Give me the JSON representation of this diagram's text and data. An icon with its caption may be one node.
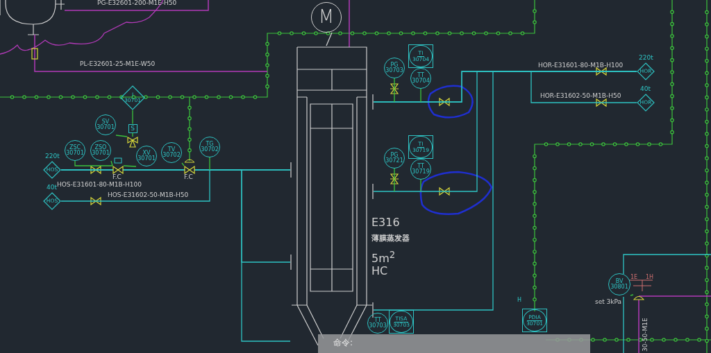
{
  "diagram": {
    "nodes": [
      {
        "text": [
          "M"
        ]
      },
      {
        "text": [],
        "shape": "cylinder",
        "beside": [
          "E316",
          "薄膜蒸发器",
          "5m$^{2}$",
          "HC"
        ]
      },
      {
        "text": [
          "I",
          "30701"
        ]
      },
      {
        "text": [
          "SV",
          "30701"
        ]
      },
      {
        "text": [
          "ZSC",
          "30701"
        ]
      },
      {
        "text": [
          "ZSO",
          "30701"
        ]
      },
      {
        "text": [
          "XV",
          "30701"
        ]
      },
      {
        "text": [
          "TV",
          "30702"
        ]
      },
      {
        "text": [
          "TG",
          "30702"
        ]
      },
      {
        "text": [
          "HOS"
        ],
        "beside": [
          "220t"
        ]
      },
      {
        "text": [
          "HOS"
        ],
        "beside": [
          "40t"
        ]
      },
      {
        "text": [
          "PG",
          "30703"
        ]
      },
      {
        "text": [
          "TI",
          "30704"
        ]
      },
      {
        "text": [
          "TT",
          "30704"
        ]
      },
      {
        "text": [
          "PG",
          "30721"
        ]
      },
      {
        "text": [
          "TI",
          "30719"
        ]
      },
      {
        "text": [
          "TT",
          "30719"
        ]
      },
      {
        "text": [
          "HOR"
        ],
        "beside": [
          "220t"
        ]
      },
      {
        "text": [
          "HOR"
        ],
        "beside": [
          "40t"
        ]
      },
      {
        "text": [
          "TT",
          "30703"
        ]
      },
      {
        "text": [
          "TISA",
          "30703"
        ]
      },
      {
        "text": [
          "PDIA",
          "30701"
        ],
        "beside": [
          "H"
        ]
      },
      {
        "text": [
          "BV",
          "30801"
        ],
        "beside": [
          "set 3kPa"
        ]
      },
      {
        "text": [
          "S"
        ]
      },
      {
        "text": [],
        "shape": "valve"
      },
      {
        "text": [],
        "shape": "valve"
      },
      {
        "text": [],
        "shape": "valve"
      },
      {
        "text": [],
        "shape": "valve"
      }
    ],
    "edges": [
      {
        "from": 0,
        "to": 1,
        "arrow": "none",
        "color": "#d0d0d0"
      },
      {
        "from": 9,
        "to": 1,
        "arrow": "none",
        "color": "#2ec4c4"
      },
      {
        "from": 10,
        "to": 1,
        "arrow": "none",
        "color": "#2ec4c4"
      },
      {
        "from": 9,
        "to": 1,
        "arrow": "none",
        "color": "#2ec4c4"
      },
      {
        "from": 9,
        "to": 1,
        "arrow": "none",
        "color": "#2ec4c4"
      },
      {
        "from": 1,
        "to": 17,
        "arrow": "none",
        "color": "#2ec4c4"
      },
      {
        "from": 1,
        "to": 17,
        "arrow": "none",
        "color": "#2ec4c4"
      },
      {
        "from": 1,
        "to": 17,
        "arrow": "none",
        "color": "#2ec4c4"
      },
      {
        "from": 1,
        "to": 18,
        "arrow": "none",
        "color": "#2ec4c4"
      },
      {
        "from": 3,
        "to": 24,
        "arrow": "none"
      },
      {
        "from": 4,
        "to": 25,
        "arrow": "none"
      },
      {
        "from": 5,
        "to": 25,
        "arrow": "none"
      },
      {
        "from": 6,
        "to": 25,
        "arrow": "none"
      },
      {
        "from": 7,
        "to": 26,
        "arrow": "none"
      },
      {
        "from": 8,
        "to": null,
        "arrow": "none"
      },
      {
        "from": 2,
        "to": 23,
        "arrow": "none"
      },
      {
        "from": 11,
        "to": null,
        "arrow": "none"
      },
      {
        "from": 13,
        "to": null,
        "arrow": "none"
      },
      {
        "from": 14,
        "to": null,
        "arrow": "none"
      },
      {
        "from": 16,
        "to": null,
        "arrow": "none"
      },
      {
        "from": 22,
        "to": 27,
        "arrow": "none"
      },
      {
        "from": 23,
        "to": 24,
        "arrow": "none"
      }
    ],
    "labels": [
      "PG-E32601-200-M1E-H50",
      "PL-E32601-25-M1E-W50",
      "F.C",
      "F.C",
      "HOS-E31601-80-M1B-H100",
      "HOS-E31602-50-M1B-H50",
      "HOR-E31601-80-M1B-H100",
      "HOR-E31602-50-M1B-H50",
      "1E",
      "1H",
      "30-50-M1E",
      "命令:"
    ]
  }
}
